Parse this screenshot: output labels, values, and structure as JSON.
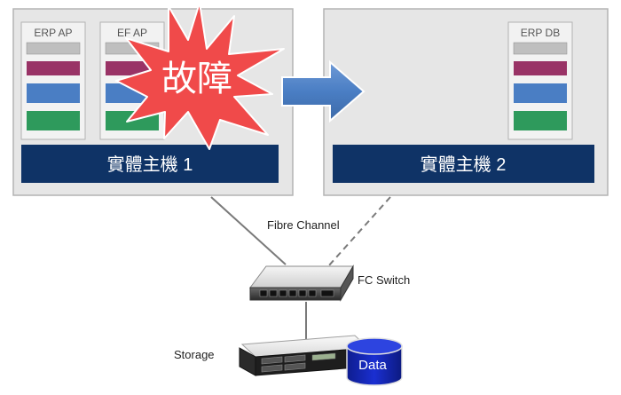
{
  "host1": {
    "title": "實體主機 1",
    "apps": [
      {
        "label": "ERP AP"
      },
      {
        "label": "EF AP"
      }
    ]
  },
  "host2": {
    "title": "實體主機 2",
    "apps": [
      {
        "label": "ERP DB"
      }
    ]
  },
  "fault": {
    "label": "故障"
  },
  "links": {
    "fibre_channel": "Fibre Channel"
  },
  "switch": {
    "label": "FC Switch"
  },
  "storage": {
    "label": "Storage",
    "data_label": "Data"
  },
  "colors": {
    "panel_bg": "#e6e6e6",
    "panel_border": "#b3b3b3",
    "host_bar": "#0f3366",
    "layer_gray": "#bfbfbf",
    "layer_purple": "#993366",
    "layer_blue": "#4a7ec4",
    "layer_green": "#2e9a5c",
    "burst": "#f04a4a",
    "arrow": "#4a7ec4",
    "data_cylinder": "#1427b8"
  }
}
